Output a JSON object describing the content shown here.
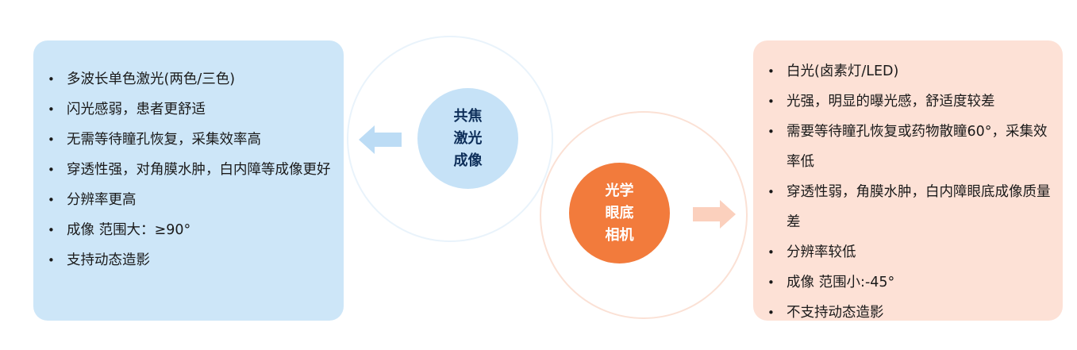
{
  "colors": {
    "left_panel_bg": "#cde6f8",
    "right_panel_bg": "#fde1d6",
    "confocal_circle": "#c6e2f7",
    "fundus_circle": "#f27b3c",
    "left_arrow": "#bcdcf5",
    "right_arrow": "#fbd0bd"
  },
  "confocal": {
    "label": "共焦\n激光\n成像",
    "features": [
      "多波长单色激光(两色/三色)",
      "闪光感弱，患者更舒适",
      "无需等待瞳孔恢复，采集效率高",
      "穿透性强，对角膜水肿，白内障等成像更好",
      "分辨率更高",
      "成像 范围大：≥90°",
      "支持动态造影"
    ]
  },
  "fundus_camera": {
    "label": "光学\n眼底\n相机",
    "features": [
      "白光(卤素灯/LED)",
      "光强，明显的曝光感，舒适度较差",
      "需要等待瞳孔恢复或药物散瞳60°，采集效率低",
      "穿透性弱，角膜水肿，白内障眼底成像质量差",
      "分辨率较低",
      "成像 范围小:-45°",
      "不支持动态造影"
    ]
  }
}
